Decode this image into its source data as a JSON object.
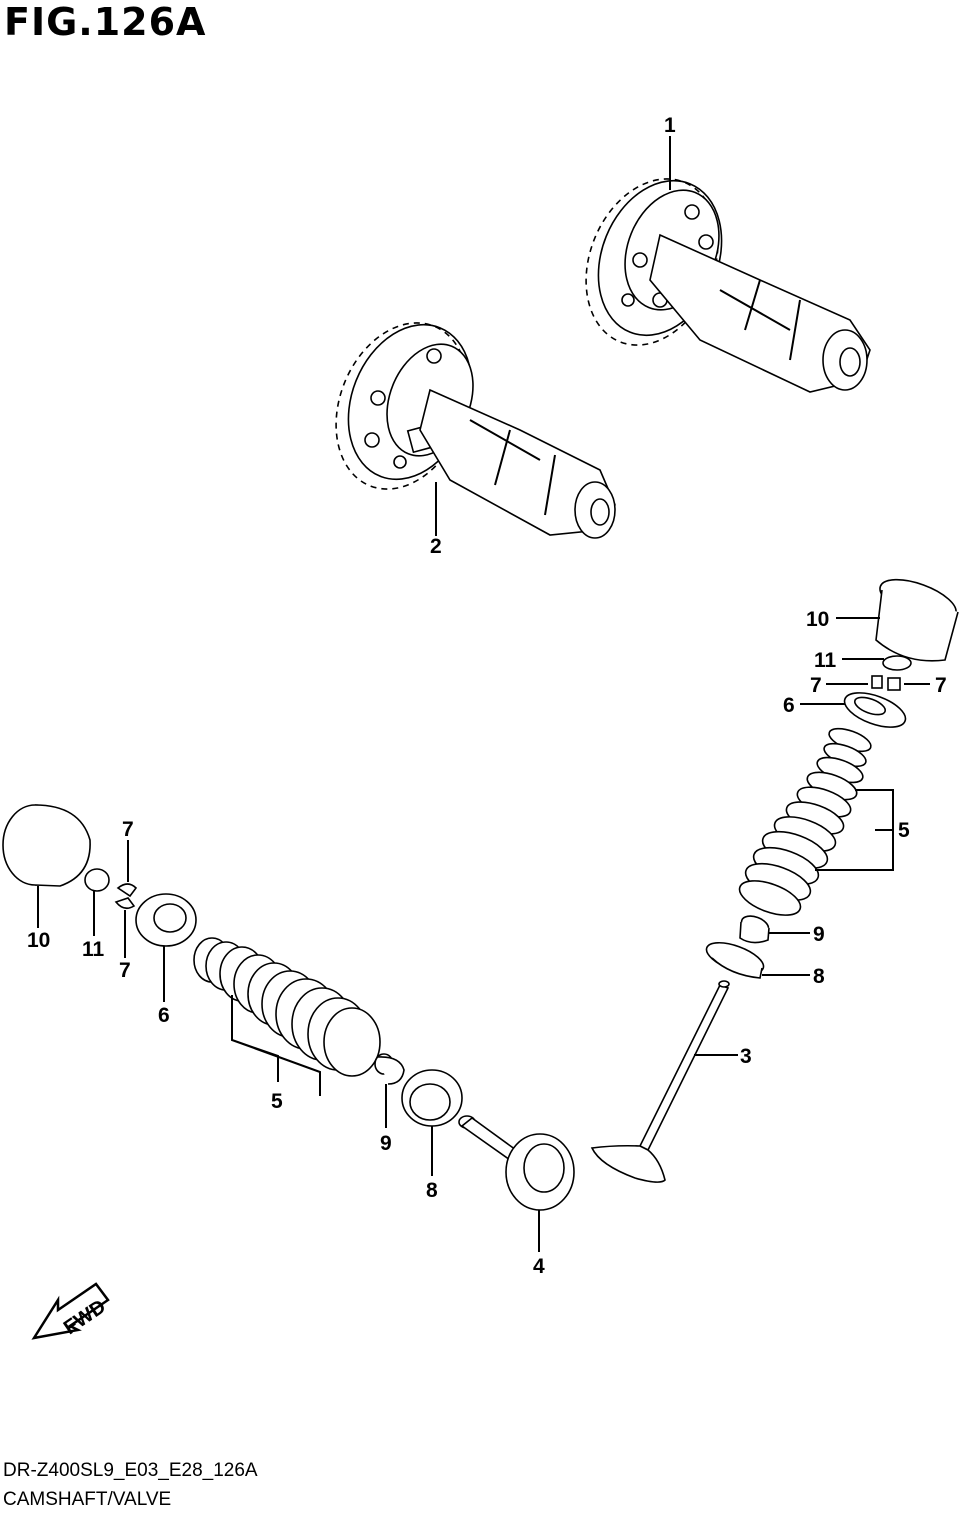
{
  "figure": {
    "title": "FIG.126A",
    "code": "DR-Z400SL9_E03_E28_126A",
    "name": "CAMSHAFT/VALVE",
    "direction_label": "FWD"
  },
  "callouts": {
    "c1": "1",
    "c2": "2",
    "c3": "3",
    "c4": "4",
    "c5a": "5",
    "c5b": "5",
    "c6a": "6",
    "c6b": "6",
    "c7a": "7",
    "c7b": "7",
    "c7c": "7",
    "c7d": "7",
    "c8a": "8",
    "c8b": "8",
    "c9a": "9",
    "c9b": "9",
    "c10a": "10",
    "c10b": "10",
    "c11a": "11",
    "c11b": "11"
  }
}
